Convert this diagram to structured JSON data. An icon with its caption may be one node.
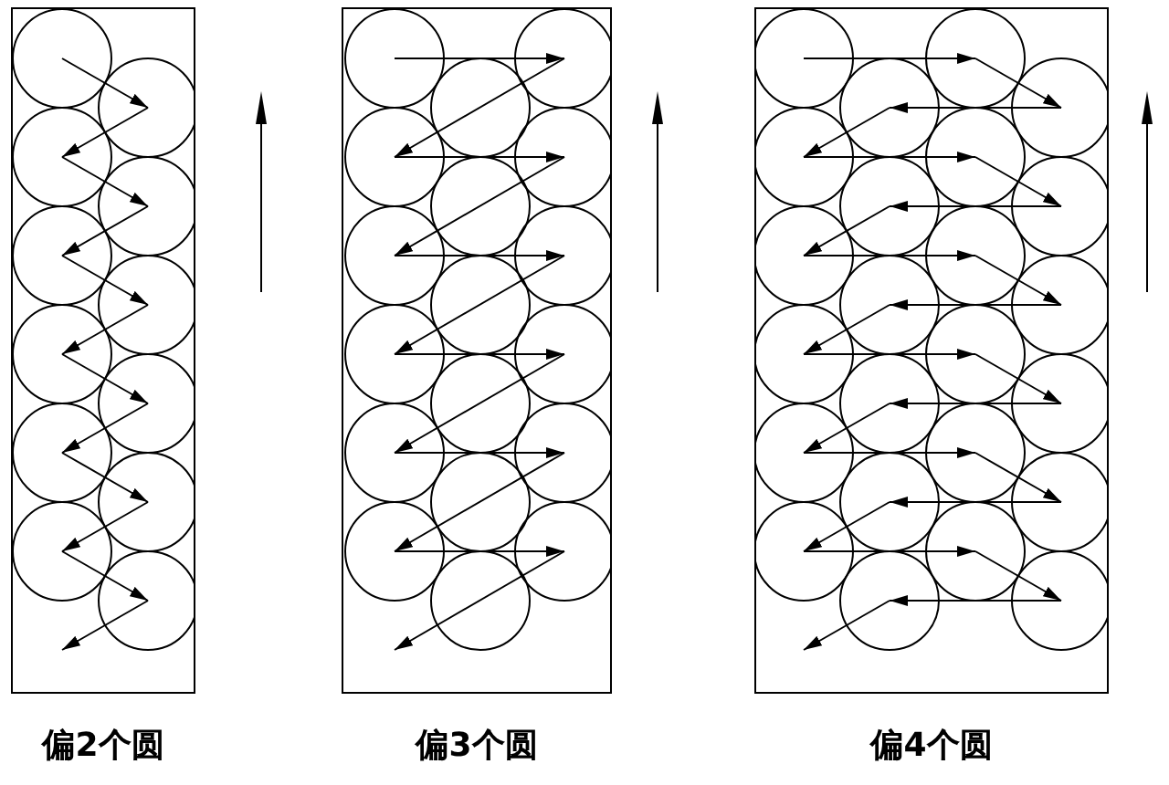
{
  "diagram": {
    "nodes": [
      {
        "text": [
          "偏2个圆"
        ]
      },
      {
        "text": [
          "偏3个圆"
        ]
      },
      {
        "text": [
          "偏4个圆"
        ]
      }
    ]
  }
}
